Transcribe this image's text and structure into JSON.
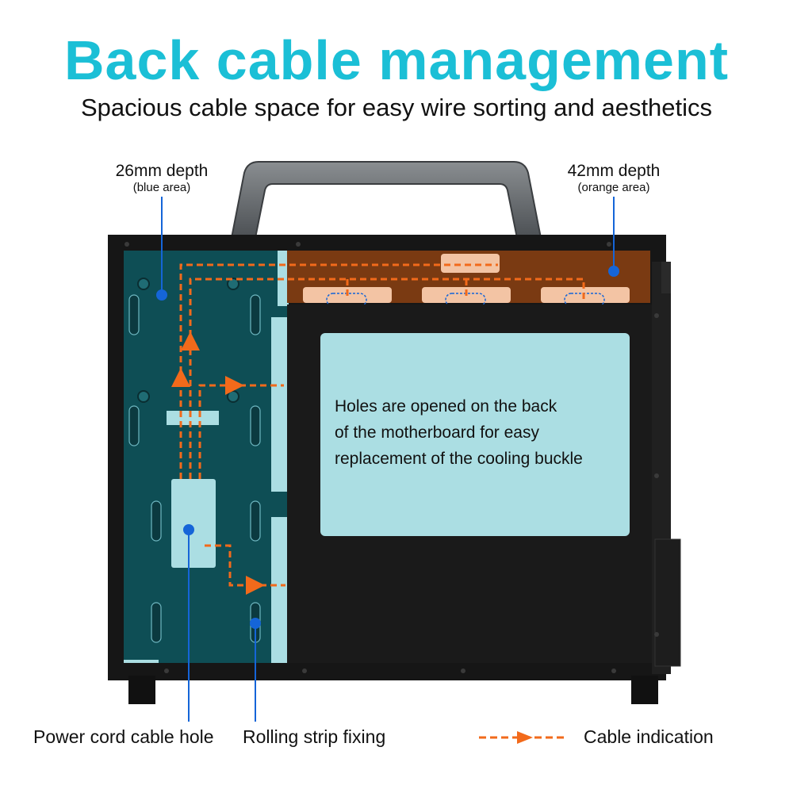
{
  "title": "Back cable management",
  "subtitle": "Spacious cable space for easy wire sorting and aesthetics",
  "callouts": {
    "left_depth": "26mm depth",
    "left_depth_note": "(blue area)",
    "right_depth": "42mm depth",
    "right_depth_note": "(orange area)"
  },
  "info_box_lines": [
    "Holes are opened on the back",
    "of the motherboard for easy",
    "replacement of the cooling buckle"
  ],
  "bottom_labels": {
    "power_cord": "Power cord cable hole",
    "rolling_strip": "Rolling strip fixing",
    "cable_indication": "Cable indication"
  },
  "colors": {
    "title": "#1bbfd6",
    "blue_area": "#0e4e55",
    "orange_area": "#7a3a12",
    "cable": "#f26a1b",
    "callout_dot": "#1565d8",
    "info_box": "#abdee3",
    "case_frame": "#1a1a1a",
    "handle": "#6f7376"
  },
  "icons": [
    "cable-indication-dashed-arrow-icon",
    "callout-dot-icon"
  ]
}
